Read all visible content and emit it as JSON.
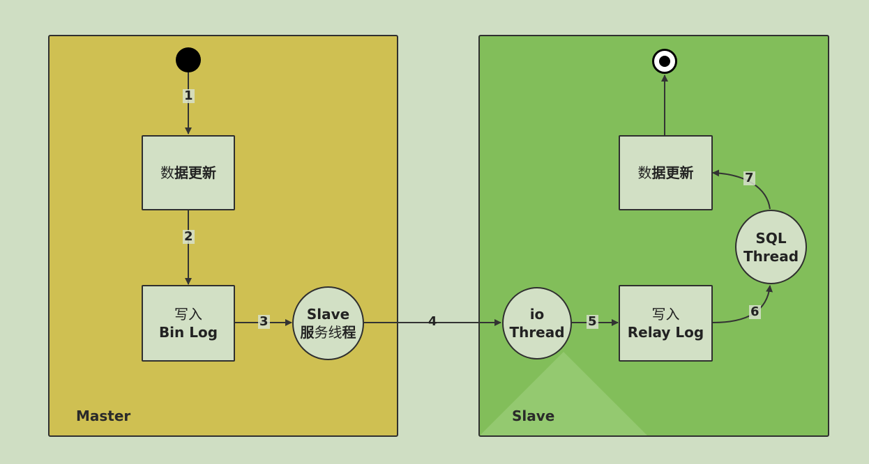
{
  "lanes": {
    "master": "Master",
    "slave": "Slave"
  },
  "nodes": {
    "master_update": {
      "prefix": "数",
      "bold": "据更新"
    },
    "write_binlog": {
      "line1": "写入",
      "line2": "Bin Log"
    },
    "slave_service_thread": {
      "line1": "Slave",
      "line2_bold_a": "服",
      "line2_light": "务线",
      "line2_bold_b": "程"
    },
    "io_thread": {
      "line1": "io",
      "line2": "Thread"
    },
    "write_relay_log": {
      "line1": "写入",
      "line2": "Relay Log"
    },
    "sql_thread": {
      "line1": "SQL",
      "line2": "Thread"
    },
    "slave_update": {
      "prefix": "数",
      "bold": "据更新"
    }
  },
  "edges": [
    "1",
    "2",
    "3",
    "4",
    "5",
    "6",
    "7"
  ]
}
